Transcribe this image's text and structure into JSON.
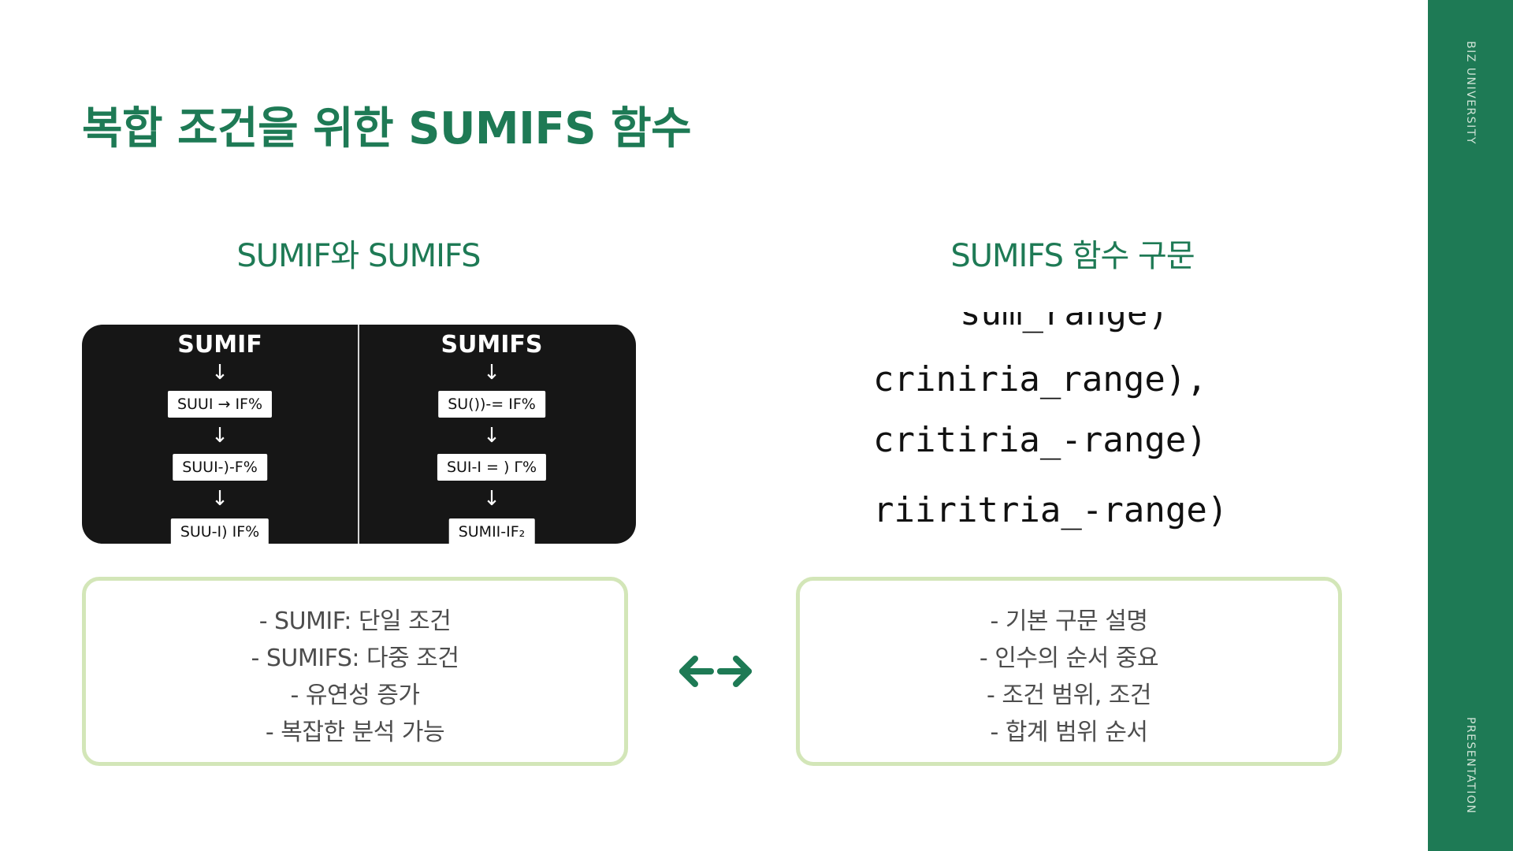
{
  "title": "복합 조건을 위한 SUMIFS 함수",
  "sidebar": {
    "top_label": "BIZ UNIVERSITY",
    "bottom_label": "PRESENTATION",
    "color": "#1e7a55"
  },
  "left_section": {
    "heading": "SUMIF와 SUMIFS",
    "diagram": {
      "left_title": "SUMIF",
      "left_steps": [
        "SUUI → IF%",
        "SUUI-)-F%",
        "SUU-I) IF%"
      ],
      "right_title": "SUMIFS",
      "right_steps": [
        "SU())-= IF%",
        "SUI-I = ) Γ%",
        "SUMII-IF₂"
      ]
    },
    "notes": [
      "- SUMIF: 단일 조건",
      "- SUMIFS: 다중 조건",
      "- 유연성 증가",
      "- 복잡한 분석 가능"
    ]
  },
  "right_section": {
    "heading": "SUMIFS 함수 구문",
    "syntax_lines": [
      "sum_range)",
      "criniria_range),",
      "critiria_-range)",
      "riiritria_-range)"
    ],
    "notes": [
      "- 기본 구문 설명",
      "- 인수의 순서 중요",
      "- 조건 범위, 조건",
      "- 합계 범위 순서"
    ]
  },
  "connector_icon": "double-arrow-icon",
  "colors": {
    "accent": "#1e7a55",
    "card_border": "#d3e6b8",
    "note_text": "#4d4d4d"
  }
}
